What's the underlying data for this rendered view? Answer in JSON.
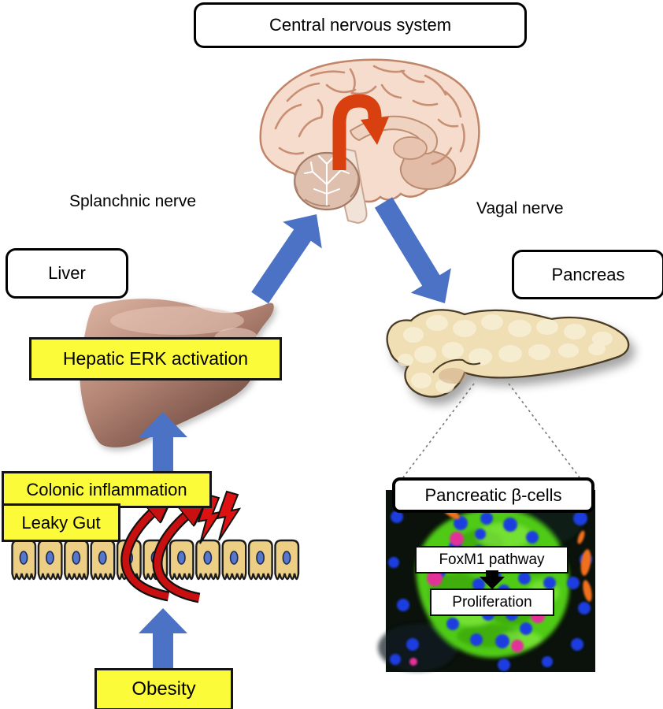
{
  "boxes": {
    "cns": "Central nervous system",
    "liver": "Liver",
    "pancreas": "Pancreas",
    "beta_cells": "Pancreatic β-cells"
  },
  "labels": {
    "splanchnic": "Splanchnic nerve",
    "vagal": "Vagal nerve"
  },
  "yellow_boxes": {
    "hepatic": "Hepatic ERK activation",
    "colonic": "Colonic inflammation",
    "leaky": "Leaky Gut",
    "obesity": "Obesity"
  },
  "inner_boxes": {
    "foxm1": "FoxM1 pathway",
    "proliferation": "Proliferation"
  },
  "colors": {
    "arrow_blue": "#4B72C4",
    "box_yellow": "#FBFB3A",
    "red_curved_arrow": "#C81010",
    "brain_uturn_arrow": "#D8400F",
    "bolt_red": "#DE1212"
  }
}
